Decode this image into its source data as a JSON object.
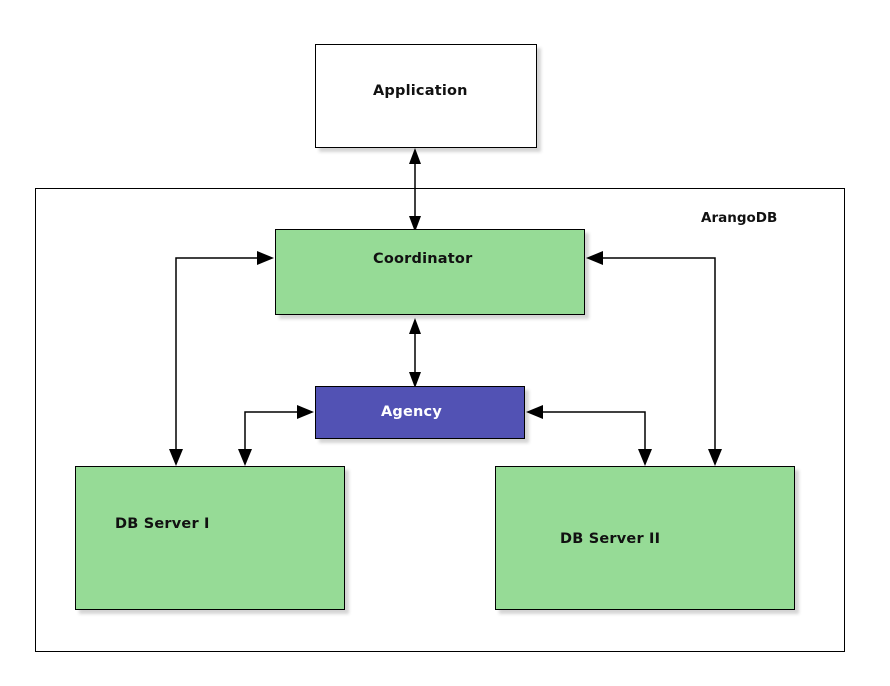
{
  "diagram": {
    "title_label": "ArangoDB",
    "colors": {
      "node_green": "#96db96",
      "node_purple": "#5252b4",
      "node_white": "#ffffff",
      "stroke": "#000000",
      "background": "#ffffff",
      "label_dark": "#111111",
      "label_light": "#ffffff"
    },
    "nodes": {
      "application": {
        "label": "Application"
      },
      "coordinator": {
        "label": "Coordinator"
      },
      "agency": {
        "label": "Agency"
      },
      "db_server_1": {
        "label": "DB Server I"
      },
      "db_server_2": {
        "label": "DB Server II"
      }
    },
    "edges": [
      {
        "name": "application-coordinator",
        "from": "Application",
        "to": "Coordinator",
        "direction": "bidirectional"
      },
      {
        "name": "coordinator-agency",
        "from": "Coordinator",
        "to": "Agency",
        "direction": "bidirectional"
      },
      {
        "name": "coordinator-db-server-1",
        "from": "Coordinator",
        "to": "DB Server I",
        "direction": "bidirectional"
      },
      {
        "name": "coordinator-db-server-2",
        "from": "Coordinator",
        "to": "DB Server II",
        "direction": "bidirectional"
      },
      {
        "name": "agency-db-server-1",
        "from": "Agency",
        "to": "DB Server I",
        "direction": "bidirectional"
      },
      {
        "name": "agency-db-server-2",
        "from": "Agency",
        "to": "DB Server II",
        "direction": "bidirectional"
      }
    ]
  }
}
